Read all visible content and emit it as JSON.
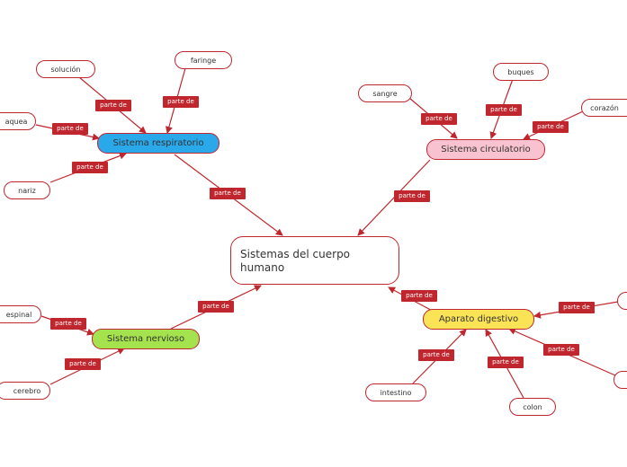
{
  "central": {
    "title": "Sistemas del cuerpo humano"
  },
  "link_label": "parte de",
  "colors": {
    "line": "#c0262d",
    "respiratorio": "#29a8ea",
    "circulatorio": "#f9c2d0",
    "digestivo": "#fbe356",
    "nervioso": "#a4e24e"
  },
  "main_nodes": {
    "respiratorio": "Sistema respiratorio",
    "circulatorio": "Sistema circulatorio",
    "digestivo": "Aparato digestivo",
    "nervioso": "Sistema nervioso"
  },
  "leaves": {
    "solucion": "solución",
    "faringe": "faringe",
    "traquea": "aquea",
    "nariz": "nariz",
    "sangre": "sangre",
    "buques": "buques",
    "corazon": "corazón",
    "intestino": "intestino",
    "colon": "colon",
    "espinal": "espinal",
    "cerebro": "cerebro"
  }
}
